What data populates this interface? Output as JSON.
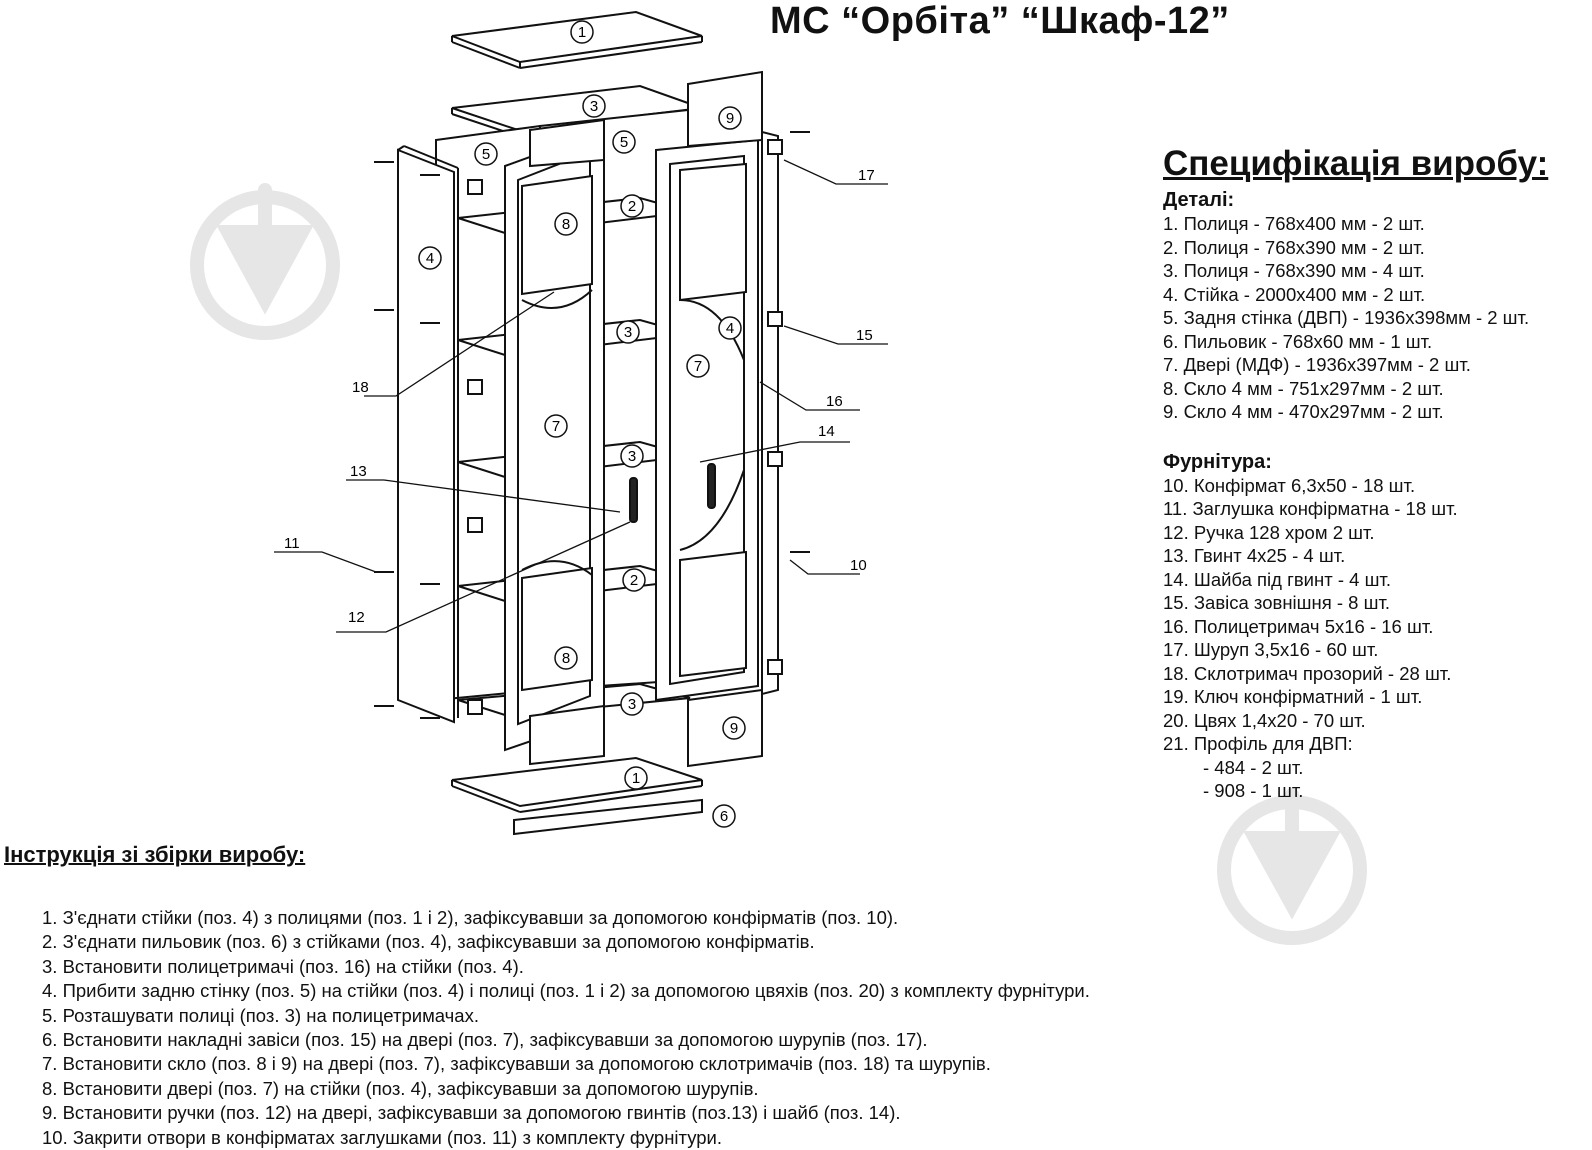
{
  "title": "МС “Орбіта” “Шкаф-12”",
  "diagram": {
    "part_numbers": [
      "1",
      "2",
      "3",
      "4",
      "5",
      "6",
      "7",
      "8",
      "9"
    ],
    "callout_numbers": [
      "10",
      "11",
      "12",
      "13",
      "14",
      "15",
      "16",
      "17",
      "18"
    ]
  },
  "specification": {
    "title": "Специфікація виробу:",
    "details_title": "Деталі:",
    "details": [
      "1. Полиця - 768х400 мм - 2 шт.",
      "2. Полиця - 768х390 мм - 2 шт.",
      "3. Полиця - 768х390 мм - 4 шт.",
      "4. Стійка - 2000х400 мм - 2 шт.",
      "5. Задня стінка (ДВП) - 1936х398мм - 2 шт.",
      "6. Пильовик - 768х60 мм - 1 шт.",
      "7. Двері (МДФ) - 1936х397мм - 2 шт.",
      "8. Скло 4 мм - 751х297мм - 2 шт.",
      "9. Скло 4 мм - 470х297мм - 2 шт."
    ],
    "hardware_title": "Фурнітура:",
    "hardware": [
      "10. Конфірмат 6,3х50 - 18 шт.",
      "11. Заглушка конфірматна - 18 шт.",
      "12. Ручка 128 хром 2 шт.",
      "13. Гвинт 4х25 - 4 шт.",
      "14. Шайба під гвинт - 4 шт.",
      "15. Завіса зовнішня - 8 шт.",
      "16. Полицетримач 5х16 - 16 шт.",
      "17. Шуруп 3,5х16 - 60 шт.",
      "18. Склотримач прозорий - 28 шт.",
      "19. Ключ конфірматний - 1 шт.",
      "20. Цвях 1,4х20 - 70 шт.",
      "21. Профіль для ДВП:",
      "- 484 - 2 шт.",
      "- 908 - 1 шт."
    ]
  },
  "instructions": {
    "title": "Інструкція зі збірки виробу:",
    "steps": [
      "1. З'єднати стійки (поз. 4) з полицями (поз. 1 і 2), зафіксувавши за допомогою конфірматів (поз. 10).",
      "2. З'єднати пильовик (поз. 6) з стійками (поз. 4), зафіксувавши за допомогою конфірматів.",
      "3. Встановити полицетримачі (поз. 16) на стійки (поз. 4).",
      "4. Прибити задню стінку (поз. 5) на стійки (поз. 4) і полиці (поз. 1 і 2) за допомогою цвяхів (поз. 20) з комплекту фурнітури.",
      "5. Розташувати полиці (поз. 3) на полицетримачах.",
      "6. Встановити накладні завіси (поз. 15) на двері (поз. 7), зафіксувавши за допомогою шурупів (поз. 17).",
      "7. Встановити скло (поз. 8 і 9) на двері (поз. 7), зафіксувавши за допомогою склотримачів (поз. 18) та шурупів.",
      "8. Встановити двері (поз. 7) на стійки (поз. 4), зафіксувавши за допомогою шурупів.",
      "9. Встановити ручки (поз. 12) на двері, зафіксувавши за допомогою гвинтів (поз.13) і шайб (поз. 14).",
      "10. Закрити отвори в конфірматах заглушками (поз. 11) з комплекту фурнітури."
    ]
  }
}
